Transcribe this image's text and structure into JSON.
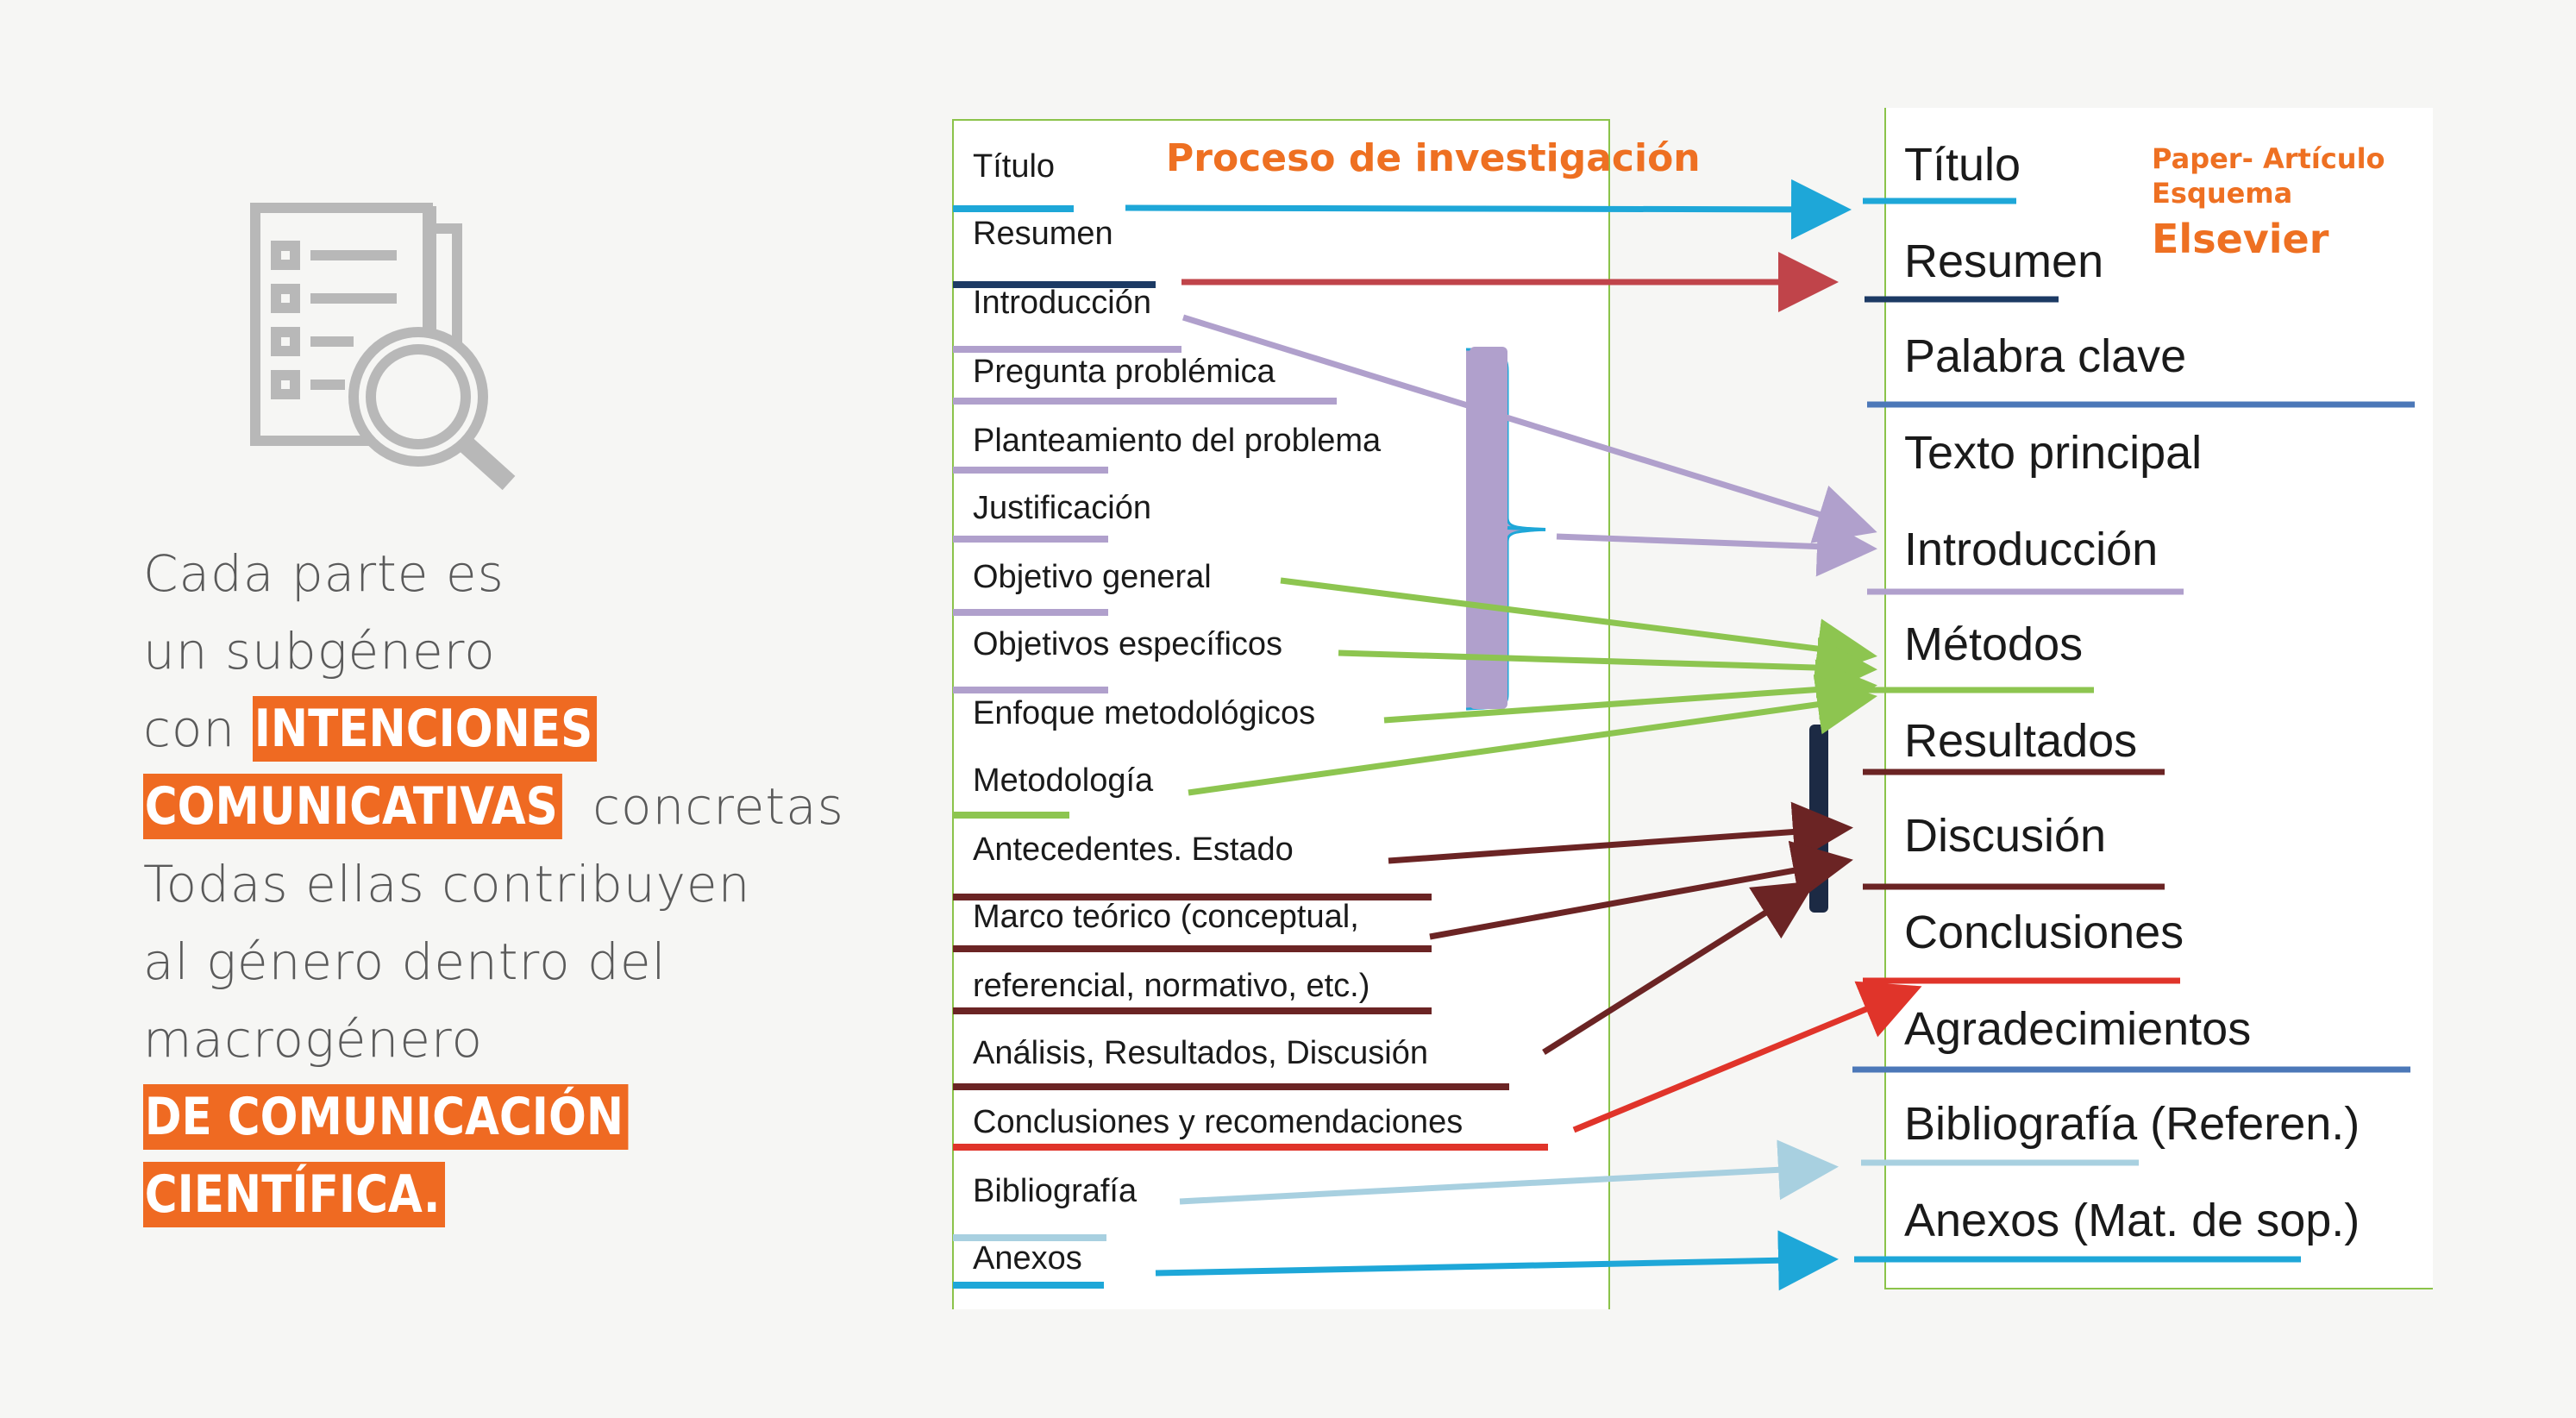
{
  "intro": {
    "line1": "Cada parte es",
    "line2": "un subgénero",
    "line3_pre": "con",
    "highlight1": "INTENCIONES",
    "highlight2": "COMUNICATIVAS",
    "line4_post": "concretas",
    "line5": "Todas ellas contribuyen",
    "line6": "al género dentro del",
    "line7": "macrogénero",
    "highlight3": "DE COMUNICACIÓN",
    "highlight4": "CIENTÍFICA."
  },
  "left_column": {
    "header": "Proceso de investigación",
    "items": [
      "Título",
      "Resumen",
      "Introducción",
      "Pregunta problémica",
      "Planteamiento del problema",
      "Justificación",
      "Objetivo general",
      "Objetivos específicos",
      "Enfoque metodológicos",
      "Metodología",
      "Antecedentes. Estado",
      "Marco teórico (conceptual,",
      "referencial, normativo, etc.)",
      "Análisis, Resultados, Discusión",
      "Conclusiones y recomendaciones",
      "Bibliografía",
      "Anexos"
    ]
  },
  "right_column": {
    "header_line1": "Paper- Artículo",
    "header_line2": "Esquema",
    "header_line3": "Elsevier",
    "items": [
      "Título",
      "Resumen",
      "Palabra clave",
      "Texto principal",
      "Introducción",
      "Métodos",
      "Resultados",
      "Discusión",
      "Conclusiones",
      "Agradecimientos",
      "Bibliografía (Referen.)",
      "Anexos (Mat. de sop.)"
    ]
  },
  "colors": {
    "accent_orange": "#ef6a22",
    "green_guides": "#8bc34a",
    "lavender": "#b0a0cc",
    "green": "#8dc550",
    "dark_red": "#6b2424",
    "red": "#e0342a",
    "light_blue": "#a8d0e0",
    "cyan": "#1ea7d8",
    "navy": "#1c3a64",
    "steel_blue": "#4c78b8"
  }
}
